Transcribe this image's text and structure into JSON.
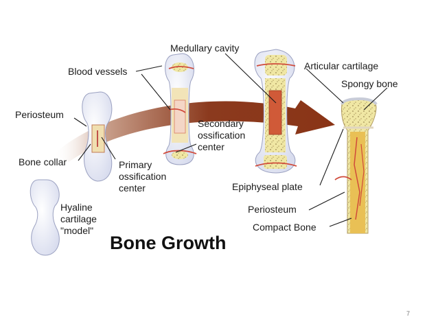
{
  "title": "Bone Growth",
  "page_number": "7",
  "labels": {
    "medullary_cavity": "Medullary cavity",
    "blood_vessels": "Blood vessels",
    "articular_cartilage": "Articular cartilage",
    "spongy_bone": "Spongy bone",
    "periosteum_left": "Periosteum",
    "secondary_ossification": "Secondary\nossification\ncenter",
    "bone_collar": "Bone collar",
    "primary_ossification": "Primary\nossification\ncenter",
    "epiphyseal_plate": "Epiphyseal plate",
    "hyaline_cartilage": "Hyaline\ncartilage\n\"model\"",
    "periosteum_right": "Periosteum",
    "compact_bone": "Compact Bone"
  },
  "colors": {
    "arrow": "#8a3a1c",
    "cartilage": "#eceef8",
    "bone": "#f1e7a6",
    "vessel": "#d8473a",
    "spongy": "#efe6a0"
  }
}
